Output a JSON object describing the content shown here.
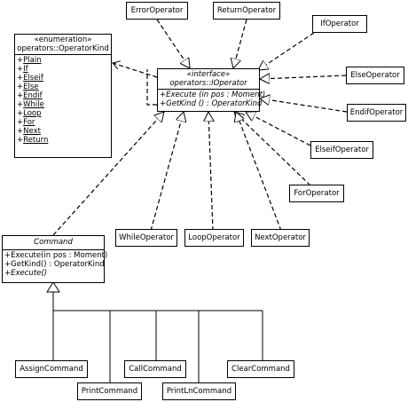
{
  "enum_class": {
    "stereotype": "«enumeration»",
    "name": "operators::OperatorKind",
    "literals": [
      "Plain",
      "If",
      "Elseif",
      "Else",
      "Endif",
      "While",
      "Loop",
      "For",
      "Next",
      "Return"
    ]
  },
  "interface_class": {
    "stereotype": "«interface»",
    "name": "operators::IOperator",
    "operations": [
      "+Execute (in pos : Moment)",
      "+GetKind () : OperatorKind"
    ]
  },
  "command_class": {
    "name": "Command",
    "operations": [
      "+Execute(in pos : Moment)",
      "+GetKind() : OperatorKind",
      "+Execute()"
    ]
  },
  "operators": {
    "error": "ErrorOperator",
    "return": "ReturnOperator",
    "if": "IfOperator",
    "else": "ElseOperator",
    "endif": "EndifOperator",
    "elseif": "ElseifOperator",
    "for": "ForOperator",
    "while": "WhileOperator",
    "loop": "LoopOperator",
    "next": "NextOperator"
  },
  "commands": {
    "assign": "AssignCommand",
    "call": "CallCommand",
    "clear": "ClearCommand",
    "print": "PrintCommand",
    "println": "PrintLnCommand"
  }
}
